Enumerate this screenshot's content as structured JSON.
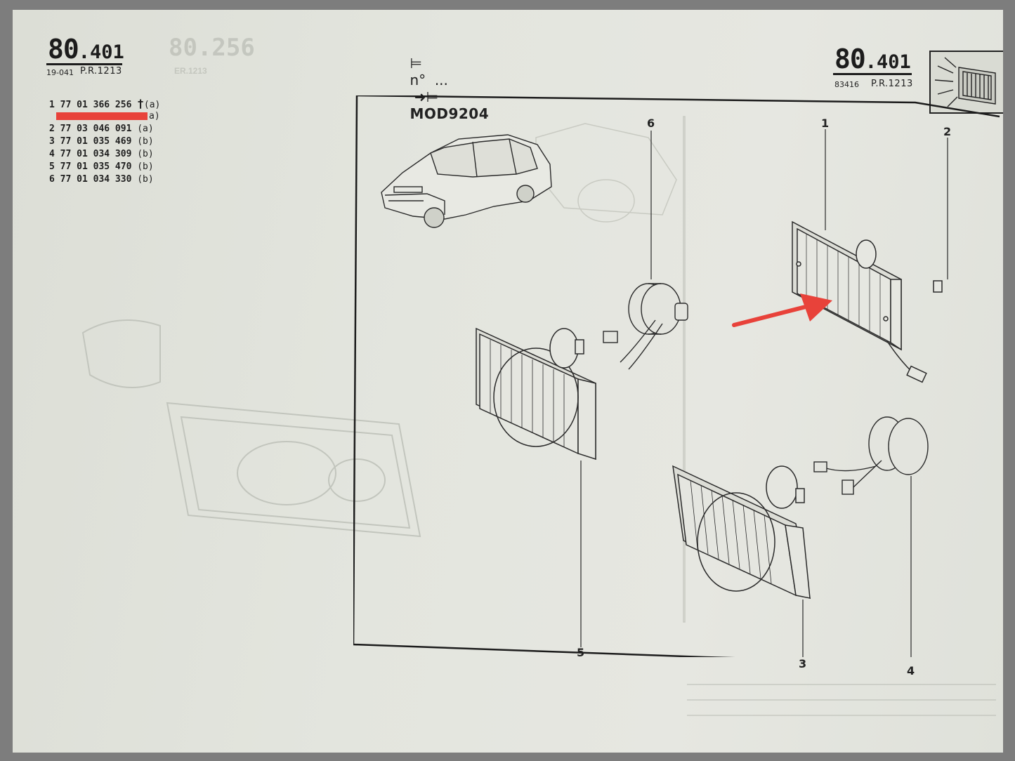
{
  "header_left": {
    "number_big": "80",
    "number_small": ".401",
    "code": "19-041",
    "pr": "P.R.1213"
  },
  "header_center": {
    "range_from": "n°  ...",
    "range_to": "MOD9204"
  },
  "header_right": {
    "number_big": "80",
    "number_small": ".401",
    "code": "83416",
    "pr": "P.R.1213"
  },
  "ghost_text": {
    "left_number": "80.256",
    "left_pr": "ER.1213"
  },
  "parts": [
    {
      "idx": "1",
      "ref": "77 01 366 256",
      "mark": "†",
      "cond": "(a)"
    },
    {
      "idx": "",
      "ref": "",
      "mark": "",
      "cond": "a)",
      "redacted": true
    },
    {
      "idx": "2",
      "ref": "77 03 046 091",
      "mark": "",
      "cond": "(a)"
    },
    {
      "idx": "3",
      "ref": "77 01 035 469",
      "mark": "",
      "cond": "(b)"
    },
    {
      "idx": "4",
      "ref": "77 01 034 309",
      "mark": "",
      "cond": "(b)"
    },
    {
      "idx": "5",
      "ref": "77 01 035 470",
      "mark": "",
      "cond": "(b)"
    },
    {
      "idx": "6",
      "ref": "77 01 034 330",
      "mark": "",
      "cond": "(b)"
    }
  ],
  "callouts": {
    "c1": "1",
    "c2": "2",
    "c3": "3",
    "c4": "4",
    "c5": "5",
    "c6": "6"
  },
  "colors": {
    "page": "#e3e5de",
    "ink": "#1c1c1c",
    "highlight": "#e8423a"
  }
}
